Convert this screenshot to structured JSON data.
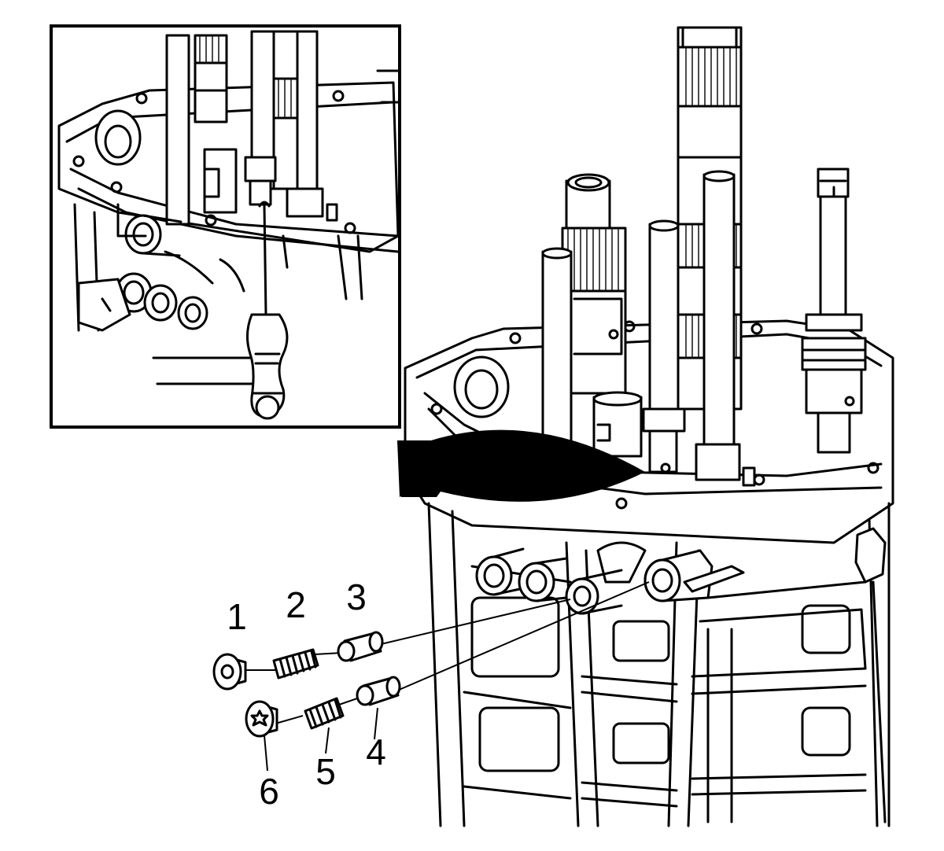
{
  "callouts": [
    {
      "number": "1",
      "part": "plug"
    },
    {
      "number": "2",
      "part": "spring"
    },
    {
      "number": "3",
      "part": "detent-pin"
    },
    {
      "number": "4",
      "part": "detent-pin"
    },
    {
      "number": "5",
      "part": "spring"
    },
    {
      "number": "6",
      "part": "plug"
    }
  ],
  "colors": {
    "line": "#000000",
    "background": "#ffffff"
  }
}
